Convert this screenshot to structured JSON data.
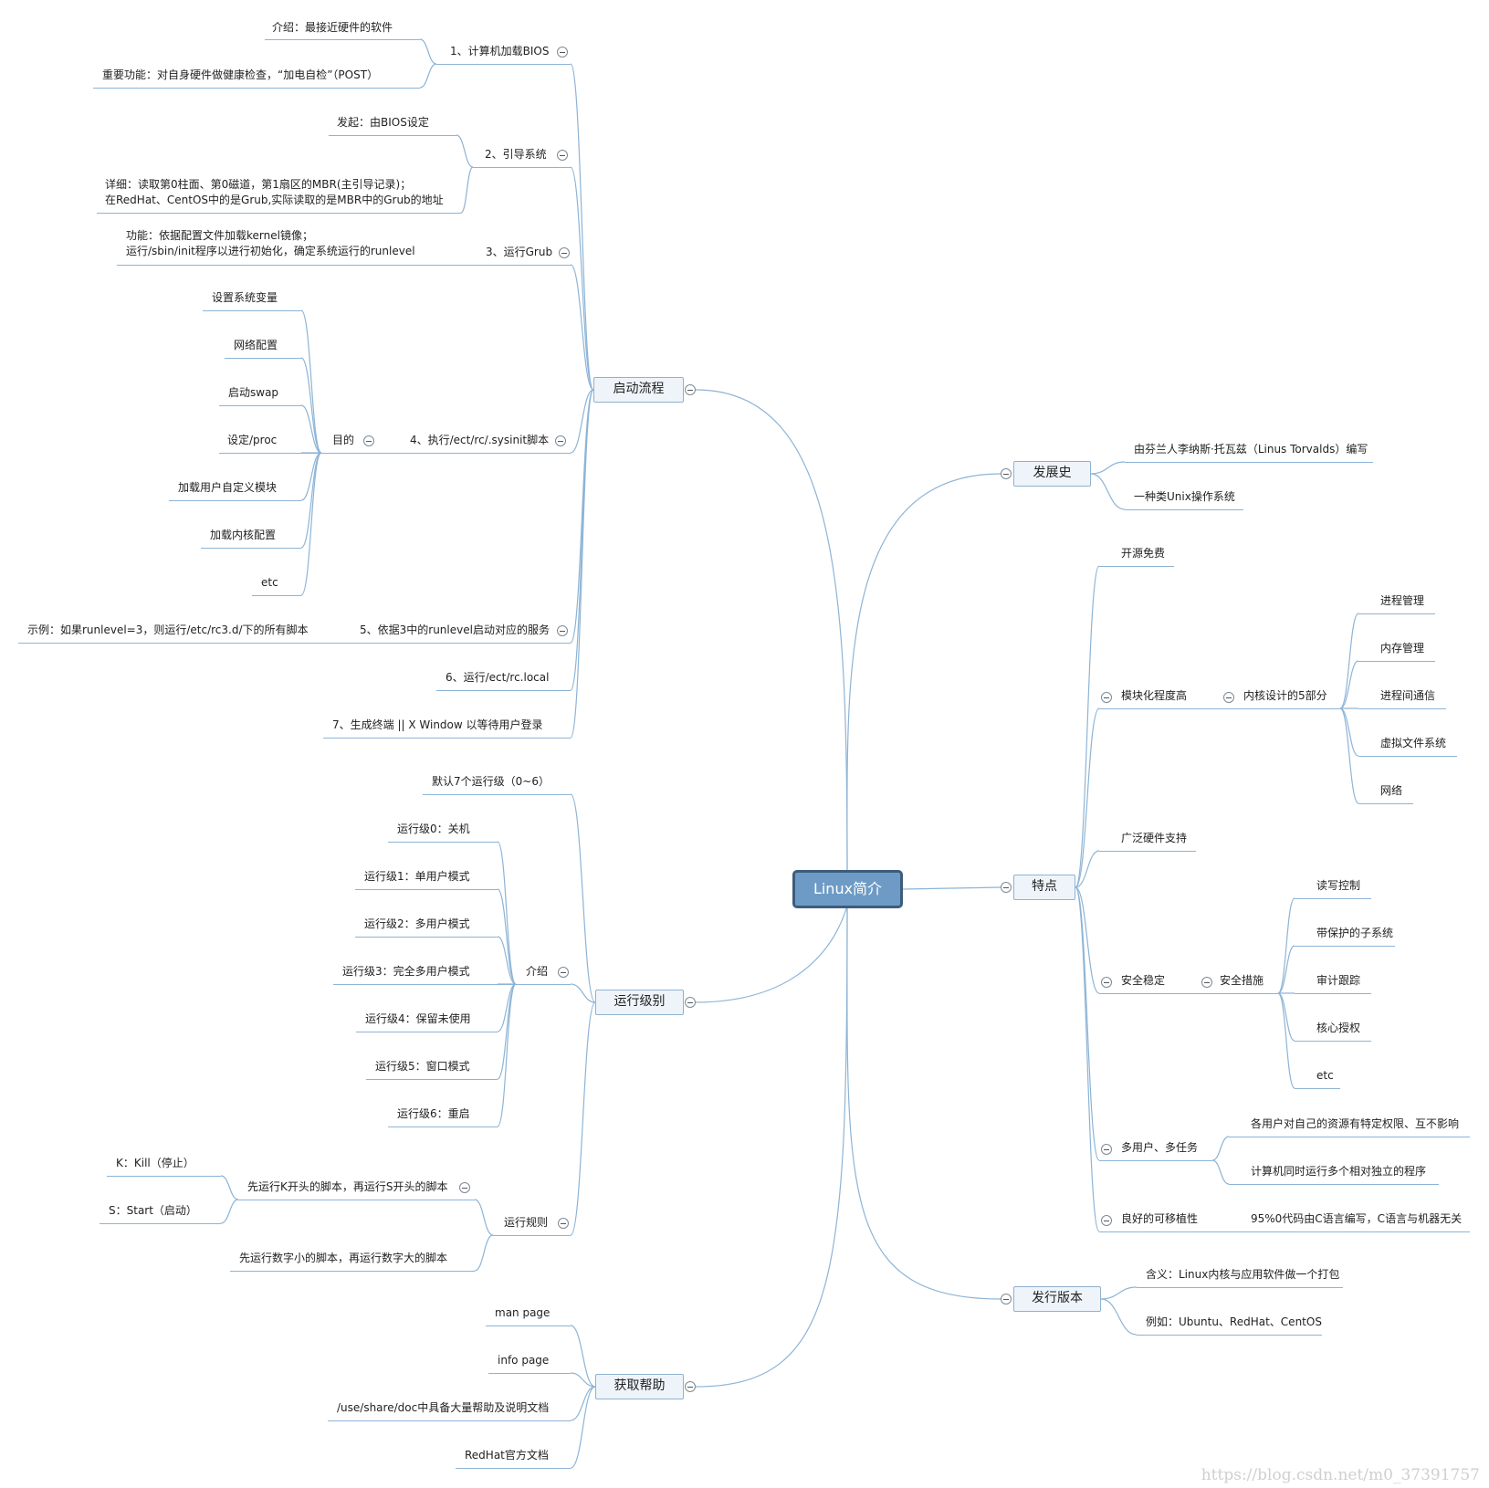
{
  "root": "Linux简介",
  "branches": {
    "boot": "启动流程",
    "runlevel": "运行级别",
    "help": "获取帮助",
    "history": "发展史",
    "features": "特点",
    "distro": "发行版本"
  },
  "boot": {
    "bios": "1、计算机加载BIOS",
    "bios_intro": "介绍：最接近硬件的软件",
    "bios_post": "重要功能：对自身硬件做健康检查，“加电自检”（POST）",
    "guide": "2、引导系统",
    "guide_start": "发起：由BIOS设定",
    "guide_detail": "详细：读取第0柱面、第0磁道，第1扇区的MBR(主引导记录)；\n在RedHat、CentOS中的是Grub,实际读取的是MBR中的Grub的地址",
    "grub": "3、运行Grub",
    "grub_func": "功能：依据配置文件加载kernel镜像；\n运行/sbin/init程序以进行初始化，确定系统运行的runlevel",
    "sysinit": "4、执行/ect/rc/.sysinit脚本",
    "purpose": "目的",
    "purpose_items": [
      "设置系统变量",
      "网络配置",
      "启动swap",
      "设定/proc",
      "加载用户自定义模块",
      "加载内核配置",
      "etc"
    ],
    "services": "5、依据3中的runlevel启动对应的服务",
    "services_example": "示例：如果runlevel=3，则运行/etc/rc3.d/下的所有脚本",
    "rclocal": "6、运行/ect/rc.local",
    "terminal": "7、生成终端 || X Window 以等待用户登录"
  },
  "runlevel": {
    "default": "默认7个运行级（0~6）",
    "intro": "介绍",
    "levels": [
      "运行级0：关机",
      "运行级1：单用户模式",
      "运行级2：多用户模式",
      "运行级3：完全多用户模式",
      "运行级4：保留未使用",
      "运行级5：窗口模式",
      "运行级6：重启"
    ],
    "rules": "运行规则",
    "k_then_s": "先运行K开头的脚本，再运行S开头的脚本",
    "k_kill": "K：Kill（停止）",
    "s_start": "S：Start（启动）",
    "small_first": "先运行数字小的脚本，再运行数字大的脚本"
  },
  "help": {
    "items": [
      "man page",
      "info page",
      "/use/share/doc中具备大量帮助及说明文档",
      "RedHat官方文档"
    ]
  },
  "history": {
    "items": [
      "由芬兰人李纳斯·托瓦兹（Linus Torvalds）编写",
      "一种类Unix操作系统"
    ]
  },
  "features": {
    "opensource": "开源免费",
    "modular": "模块化程度高",
    "kernel5": "内核设计的5部分",
    "kernel_parts": [
      "进程管理",
      "内存管理",
      "进程间通信",
      "虚拟文件系统",
      "网络"
    ],
    "hardware": "广泛硬件支持",
    "secure": "安全稳定",
    "measures": "安全措施",
    "measure_items": [
      "读写控制",
      "带保护的子系统",
      "审计跟踪",
      "核心授权",
      "etc"
    ],
    "multi": "多用户、多任务",
    "multi_items": [
      "各用户对自己的资源有特定权限、互不影响",
      "计算机同时运行多个相对独立的程序"
    ],
    "portable": "良好的可移植性",
    "portable_item": "95%0代码由C语言编写，C语言与机器无关"
  },
  "distro": {
    "meaning": "含义：Linux内核与应用软件做一个打包",
    "example": "例如：Ubuntu、RedHat、CentOS"
  },
  "watermark": "https://blog.csdn.net/m0_37391757",
  "colors": {
    "root_fill": "#6e9bc5",
    "root_border": "#3d5d7e",
    "branch_fill": "#eef4fa",
    "line": "#8db4d6"
  }
}
